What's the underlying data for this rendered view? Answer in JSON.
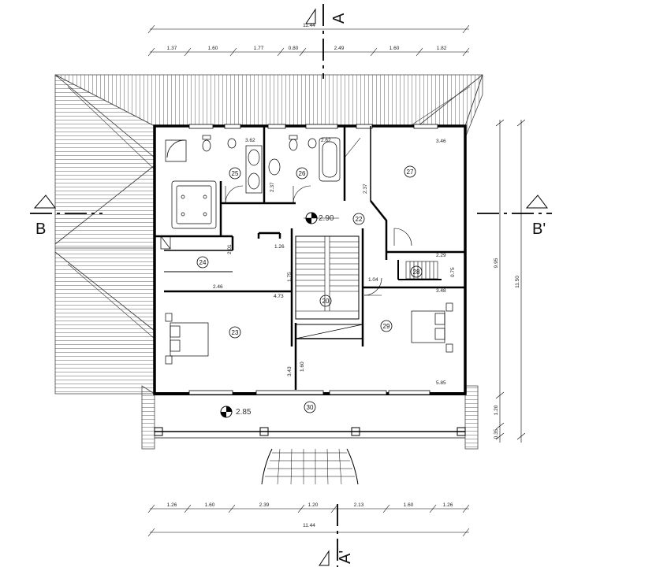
{
  "drawing": {
    "top_overall": "11.44",
    "top_segments": [
      "1.37",
      "1.60",
      "1.77",
      "0.80",
      "2.49",
      "1.60",
      "1.82"
    ],
    "bottom_overall": "11.44",
    "bottom_segments": [
      "1.26",
      "1.60",
      "2.39",
      "1.20",
      "2.13",
      "1.60",
      "1.26"
    ],
    "right_segments": [
      "9.95",
      "1.20",
      "0.35"
    ],
    "right_overall": "11.50",
    "section_a_top": "A",
    "section_a_bottom": "A'",
    "section_b_left": "B",
    "section_b_right": "B'",
    "level_upper": "2.90",
    "level_terrace": "2.85",
    "rooms": [
      "25",
      "26",
      "27",
      "22",
      "24",
      "28",
      "20",
      "23",
      "29",
      "30"
    ],
    "inner_dims": {
      "d362": "3.62",
      "d262": "2.62",
      "d346": "3.46",
      "d237a": "2.37",
      "d237b": "2.37",
      "d201": "2.01",
      "d126": "1.26",
      "d246": "2.46",
      "d175": "1.75",
      "d473": "4.73",
      "d104": "1.04",
      "d229": "2.29",
      "d075": "0.75",
      "d348": "3.48",
      "d343": "3.43",
      "d160": "1.60",
      "d585": "5.85"
    }
  }
}
